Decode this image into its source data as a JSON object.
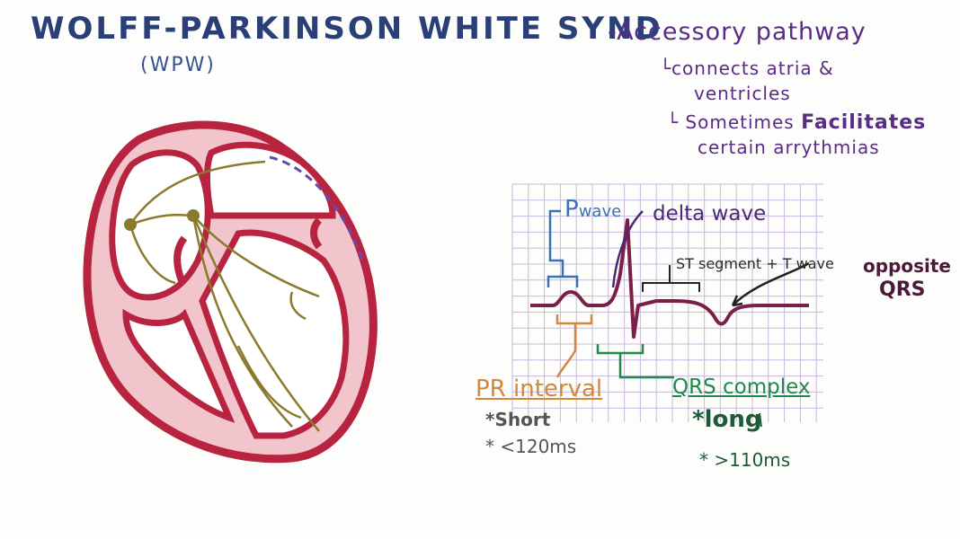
{
  "title": "WOLFF-PARKINSON WHITE SYND",
  "subtitle": "(WPW)",
  "notes": {
    "accessory": "-Accessory pathway",
    "connects_line1": "└connects atria &",
    "connects_line2": "ventricles",
    "sometimes_prefix": "└ Sometimes ",
    "sometimes_bold": "Facilitates",
    "certain": "certain arrythmias"
  },
  "ecg_labels": {
    "pwave_p": "P",
    "pwave_rest": "wave",
    "delta": "delta wave",
    "st_segment": "ST segment + T wave",
    "opposite": "opposite",
    "opposite_qrs": "QRS",
    "pr_interval": "PR interval",
    "pr_short": "*Short",
    "pr_ms": "* <120ms",
    "qrs_complex": "QRS complex",
    "qrs_long": "*long",
    "qrs_ms": "* >110ms"
  },
  "colors": {
    "heart_wall": "#b8243f",
    "heart_fill": "#f2c4cc",
    "conduction": "#8a7a2e",
    "accessory": "#6a4aa8",
    "ecg_trace": "#7a1f4a",
    "grid": "#c9b6dc"
  }
}
